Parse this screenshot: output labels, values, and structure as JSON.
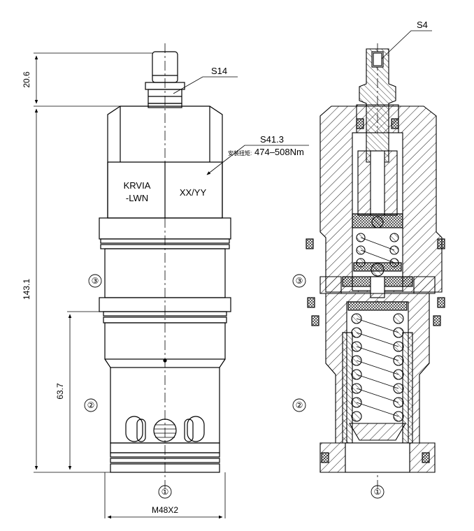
{
  "external_view": {
    "dim_top": "20.6",
    "dim_overall": "143.1",
    "dim_lower": "63.7",
    "thread": "M48X2",
    "hex_top": "S14",
    "hex_body": "S41.3",
    "torque_prefix": "安装扭矩:",
    "torque": "474–508Nm",
    "model_line1": "KRVIA",
    "model_line2": "-LWN",
    "setting": "XX/YY",
    "port_upper": "③",
    "port_lower": "②",
    "port_bottom": "①"
  },
  "section_view": {
    "hex_key": "S4",
    "port_upper": "③",
    "port_lower": "②",
    "port_bottom": "①"
  }
}
